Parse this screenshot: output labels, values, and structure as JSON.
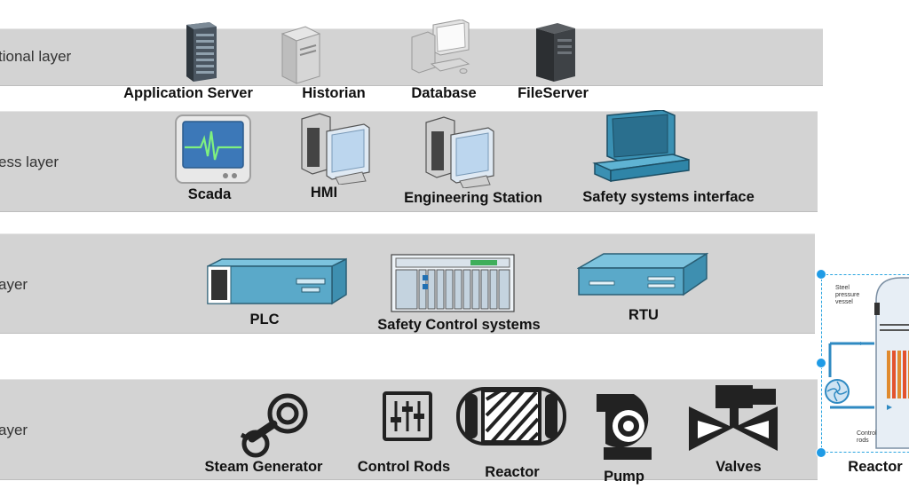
{
  "layers": [
    {
      "label": "tional layer"
    },
    {
      "label": "ess layer"
    },
    {
      "label": "ayer"
    },
    {
      "label": "ayer"
    }
  ],
  "nodes": {
    "application_server": "Application Server",
    "historian": "Historian",
    "database": "Database",
    "fileserver": "FileServer",
    "scada": "Scada",
    "hmi": "HMI",
    "engineering_station": "Engineering Station",
    "safety_interface": "Safety systems interface",
    "plc": "PLC",
    "safety_control": "Safety Control systems",
    "rtu": "RTU",
    "steam_generator": "Steam Generator",
    "control_rods": "Control Rods",
    "reactor": "Reactor",
    "pump": "Pump",
    "valves": "Valves",
    "reactor_image": "Reactor"
  },
  "reactor_figure": {
    "label_vessel": "Steel pressure vessel",
    "label_rods": "Control rods"
  }
}
